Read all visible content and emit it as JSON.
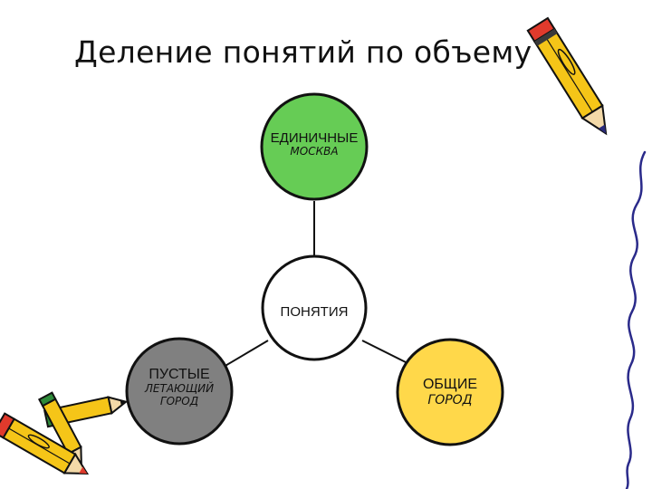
{
  "title": "Деление понятий по объему",
  "nodes": {
    "center": {
      "label": "ПОНЯТИЯ",
      "fill": "#ffffff"
    },
    "top": {
      "label": "ЕДИНИЧНЫЕ",
      "example": "МОСКВА",
      "fill": "#66cc55"
    },
    "left": {
      "label": "ПУСТЫЕ",
      "example_line1": "ЛЕТАЮЩИЙ",
      "example_line2": "ГОРОД",
      "fill": "#808080"
    },
    "right": {
      "label": "ОБЩИЕ",
      "example": "ГОРОД",
      "fill": "#ffd84a"
    }
  },
  "decorations": {
    "pencil_top_right": "pencil-icon",
    "pencils_bottom_left": "pencils-icon",
    "squiggle_right": "squiggle-line",
    "pencil_colors": [
      "#f5c518",
      "#e03a2c",
      "#3a3a3a",
      "#2e8b3a"
    ]
  }
}
